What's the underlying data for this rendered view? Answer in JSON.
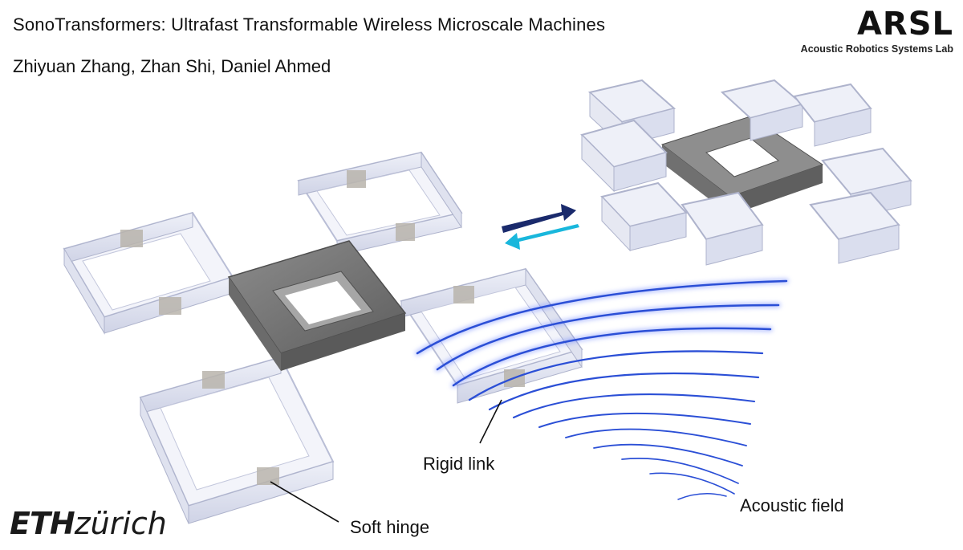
{
  "header": {
    "title": "SonoTransformers: Ultrafast Transformable Wireless Microscale Machines",
    "authors": "Zhiyuan Zhang, Zhan Shi, Daniel Ahmed"
  },
  "lab_logo": {
    "abbr": "ARSL",
    "name": "Acoustic Robotics Systems Lab"
  },
  "institution_logo": {
    "part1": "ETH",
    "part2": "zürich"
  },
  "labels": {
    "rigid_link": "Rigid link",
    "soft_hinge": "Soft hinge",
    "acoustic_field": "Acoustic field"
  },
  "colors": {
    "arrow_forward": "#1a2a6c",
    "arrow_backward": "#19b7dc",
    "acoustic_wave": "#2b4fd6",
    "rigid_body": "#7b7b7b",
    "transparent_frame": "#d9dcec"
  },
  "icons": {
    "transform_arrows": "reversible-arrows-icon"
  }
}
